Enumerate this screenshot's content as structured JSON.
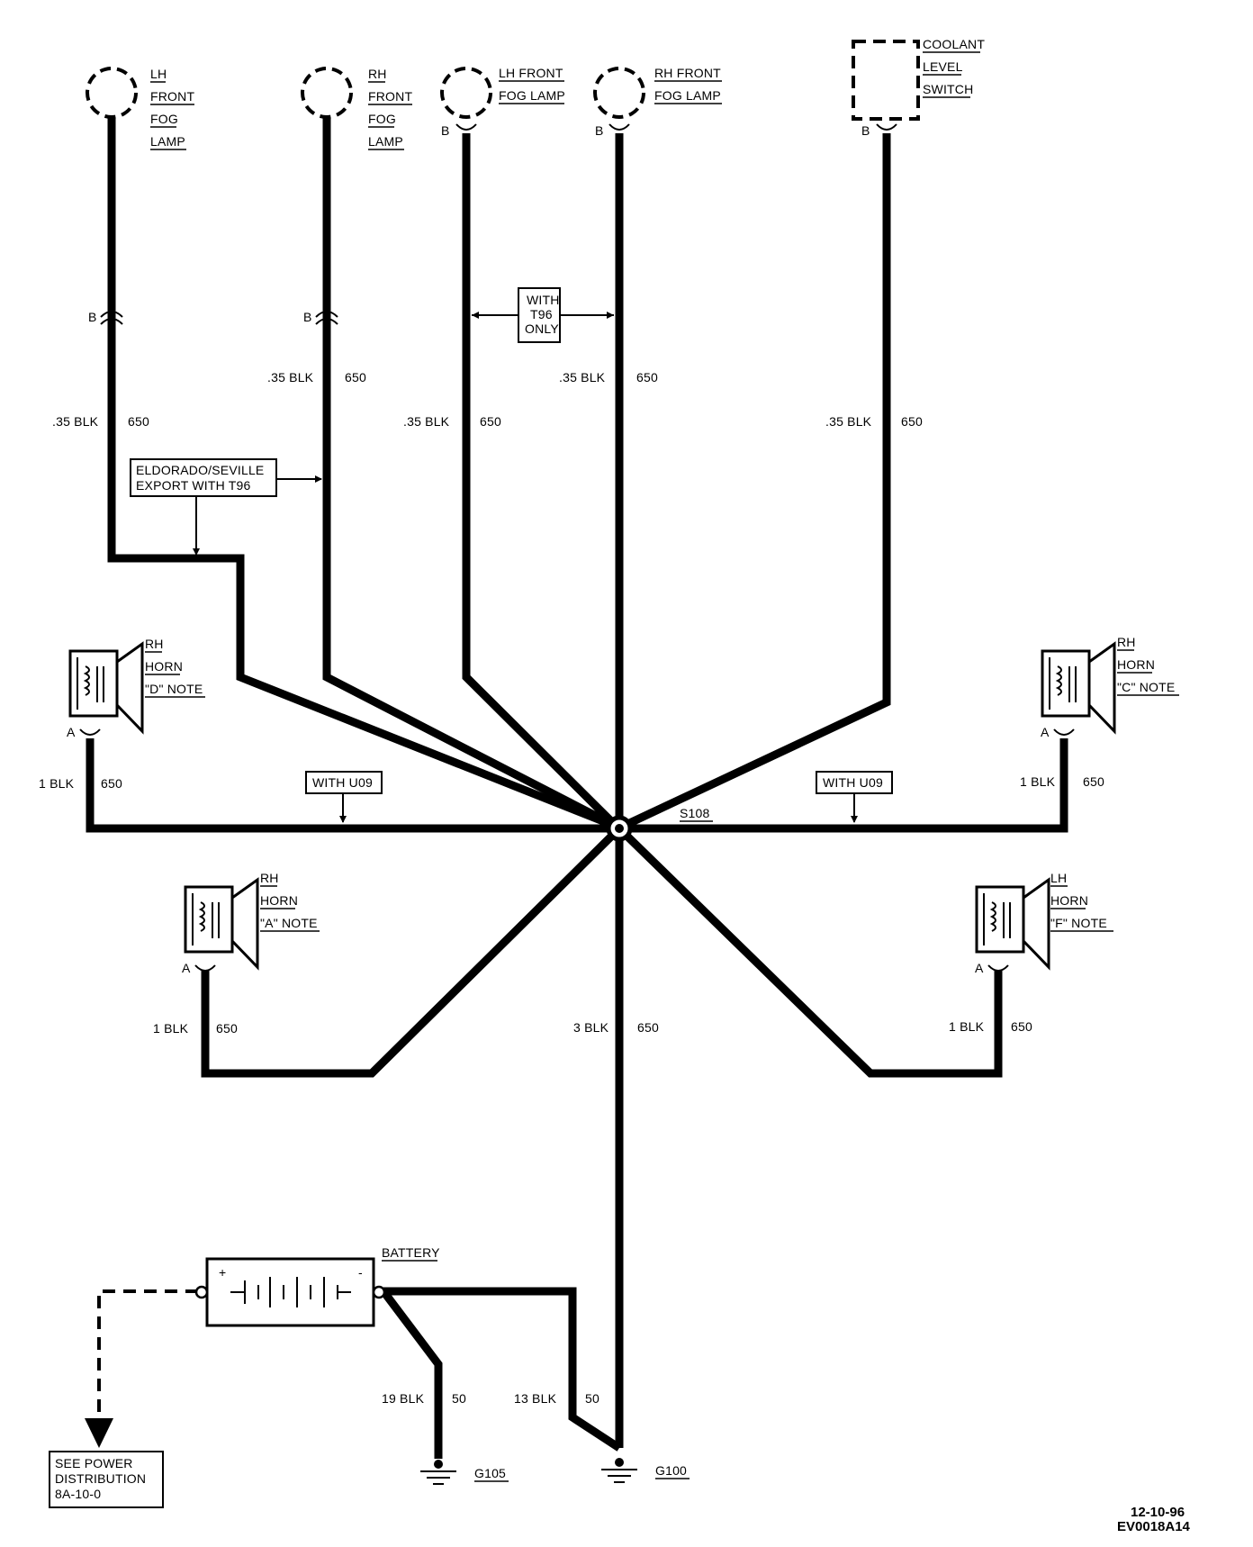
{
  "components": {
    "lh_front_fog_lamp_1": [
      "LH",
      "FRONT",
      "FOG",
      "LAMP"
    ],
    "rh_front_fog_lamp_1": [
      "RH",
      "FRONT",
      "FOG",
      "LAMP"
    ],
    "lh_front_fog_lamp_2": [
      "LH FRONT",
      "FOG LAMP"
    ],
    "rh_front_fog_lamp_2": [
      "RH FRONT",
      "FOG LAMP"
    ],
    "coolant_level_switch": [
      "COOLANT",
      "LEVEL",
      "SWITCH"
    ],
    "rh_horn_d_note": [
      "RH",
      "HORN",
      "\"D\" NOTE"
    ],
    "rh_horn_c_note": [
      "RH",
      "HORN",
      "\"C\" NOTE"
    ],
    "rh_horn_a_note": [
      "RH",
      "HORN",
      "\"A\" NOTE"
    ],
    "lh_horn_f_note": [
      "LH",
      "HORN",
      "\"F\" NOTE"
    ],
    "battery": "BATTERY"
  },
  "pins": {
    "fog1_top": "B",
    "fog2_top": "B",
    "fog3": "B",
    "fog4": "B",
    "coolant": "B",
    "inline1": "B",
    "inline2": "B",
    "horn_d": "A",
    "horn_c": "A",
    "horn_a": "A",
    "horn_f": "A",
    "battery_pos": "+",
    "battery_neg": "-"
  },
  "notes": {
    "with_t96_only": [
      "WITH",
      "T96",
      "ONLY"
    ],
    "eldorado_seville": [
      "ELDORADO/SEVILLE",
      "EXPORT WITH T96"
    ],
    "with_u09_left": "WITH U09",
    "with_u09_right": "WITH U09",
    "see_power": [
      "SEE POWER",
      "DISTRIBUTION",
      "8A-10-0"
    ]
  },
  "wires": {
    "w1": {
      "size": ".35 BLK",
      "circuit": "650"
    },
    "w2": {
      "size": ".35 BLK",
      "circuit": "650"
    },
    "w3": {
      "size": ".35 BLK",
      "circuit": "650"
    },
    "w4": {
      "size": ".35 BLK",
      "circuit": "650"
    },
    "w5": {
      "size": ".35 BLK",
      "circuit": "650"
    },
    "horn_d": {
      "size": "1 BLK",
      "circuit": "650"
    },
    "horn_c": {
      "size": "1 BLK",
      "circuit": "650"
    },
    "horn_a": {
      "size": "1 BLK",
      "circuit": "650"
    },
    "horn_f": {
      "size": "1 BLK",
      "circuit": "650"
    },
    "main": {
      "size": "3 BLK",
      "circuit": "650"
    },
    "g105": {
      "size": "19 BLK",
      "circuit": "50"
    },
    "g100": {
      "size": "13 BLK",
      "circuit": "50"
    }
  },
  "splice": "S108",
  "grounds": {
    "g105": "G105",
    "g100": "G100"
  },
  "footer": {
    "date": "12-10-96",
    "code": "EV0018A14"
  }
}
